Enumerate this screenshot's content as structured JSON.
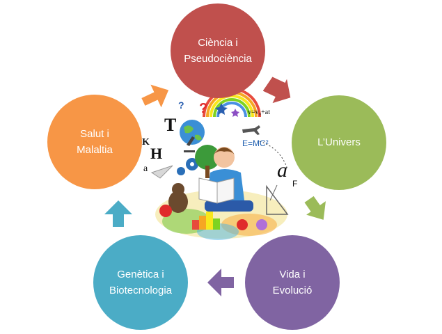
{
  "diagram": {
    "nodes": [
      {
        "id": "ciencia",
        "line1": "Ciència i",
        "line2": "Pseudociència",
        "color": "#c0504d"
      },
      {
        "id": "univers",
        "line1": "L’Univers",
        "line2": "",
        "color": "#9bbb59"
      },
      {
        "id": "vida",
        "line1": "Vida i",
        "line2": "Evolució",
        "color": "#8064a2"
      },
      {
        "id": "genetica",
        "line1": "Genètica i",
        "line2": "Biotecnologia",
        "color": "#4bacc6"
      },
      {
        "id": "salut",
        "line1": "Salut i",
        "line2": "Malaltia",
        "color": "#f79646"
      }
    ]
  },
  "illustration": {
    "symbols": {
      "formula_velocity": "v=v₀+at",
      "formula_energy": "E=MC²",
      "letter_t": "T",
      "letter_h": "H",
      "letter_k": "K",
      "letter_a_large": "a",
      "letter_a_small": "a",
      "letter_f": "F",
      "question_mark": "?",
      "question_mark_2": "?"
    }
  }
}
